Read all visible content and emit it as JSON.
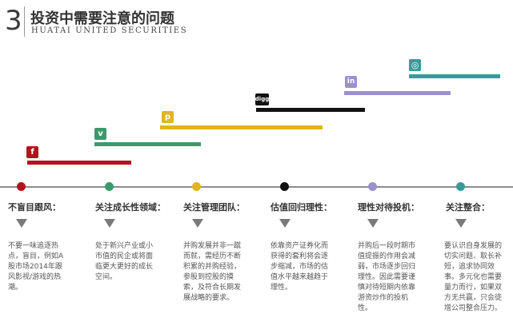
{
  "header": {
    "slide_number": "3",
    "title": "投资中需要注意的问题",
    "subtitle": "HUATAI UNITED SECURITIES"
  },
  "icons": {
    "facebook": {
      "glyph": "f",
      "color": "#b5121b"
    },
    "vine": {
      "glyph": "v",
      "color": "#3a9a6b"
    },
    "pinterest": {
      "glyph": "p",
      "color": "#e0b51e"
    },
    "digg": {
      "glyph": "digg",
      "color": "#111111"
    },
    "linkedin": {
      "glyph": "in",
      "color": "#9c91cc"
    },
    "dribbble": {
      "glyph": "◎",
      "color": "#3a9a9a"
    }
  },
  "steps": [
    {
      "label": "不盲目跟风：",
      "color": "#b5121b",
      "desc": [
        "不要一味追逐热",
        "点，盲目，例如A",
        "股市场2014年跟",
        "风影视/游戏的热",
        "潮。"
      ]
    },
    {
      "label": "关注成长性领域：",
      "color": "#3a9a6b",
      "desc": [
        "处于新兴产业或小",
        "市值的民企或将面",
        "临更大更好的成长",
        "空间。"
      ]
    },
    {
      "label": "关注管理团队：",
      "color": "#e0b51e",
      "desc": [
        "并购发展并非一蹴",
        "而就，需经历不断",
        "积累的并购经验，",
        "参股到控股的摸",
        "索，及符合长期发",
        "展战略的要求。"
      ]
    },
    {
      "label": "估值回归理性：",
      "color": "#111111",
      "desc": [
        "依靠资产证券化而",
        "获得的套利将会逐",
        "步缩减，市场的估",
        "值水平越来越趋于",
        "理性。"
      ]
    },
    {
      "label": "理性对待投机：",
      "color": "#9c91cc",
      "desc": [
        "并购后一段时期市",
        "值提振的作用会减",
        "弱，市场逐步回归",
        "理性。因此需要谨",
        "慎对待短期内依靠",
        "游资炒作的投机",
        "性。"
      ]
    },
    {
      "label": "关注整合：",
      "color": "#3a9a9a",
      "desc": [
        "要认识自身发展的",
        "切实问题、取长补",
        "短，追求协同效",
        "事。多元化也需要",
        "量力而行，如果双",
        "方无共赢，只会徒",
        "增公司整合压力。"
      ]
    }
  ]
}
